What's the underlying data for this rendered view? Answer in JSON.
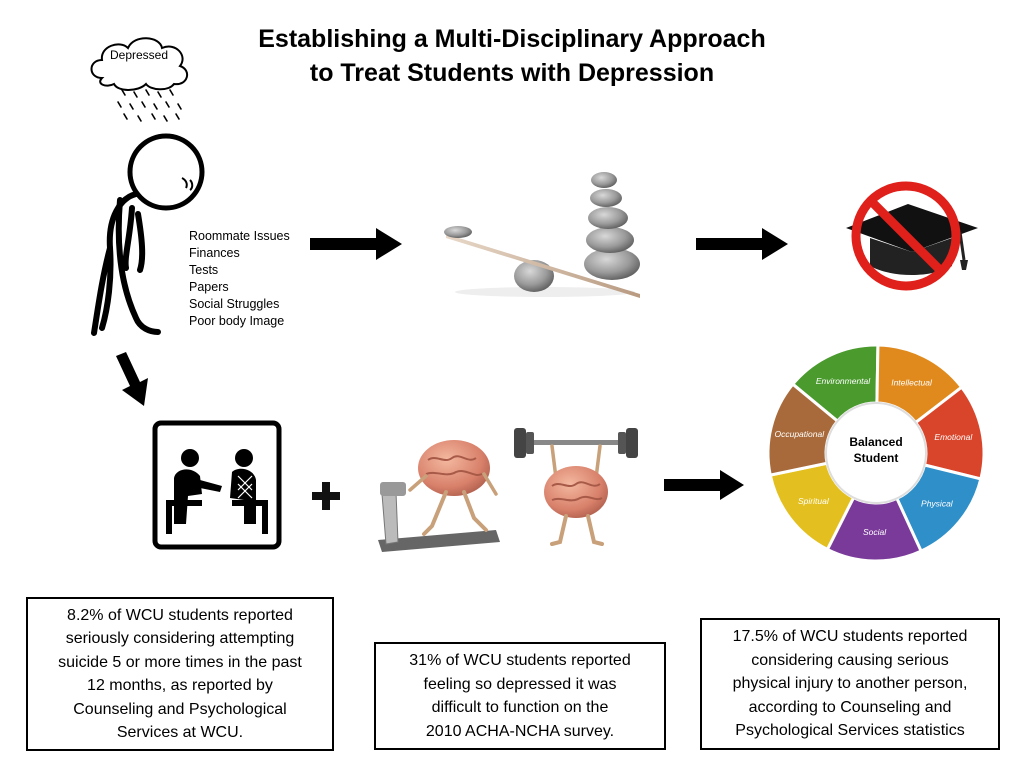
{
  "title": {
    "line1": "Establishing a Multi-Disciplinary Approach",
    "line2": "to Treat Students with Depression"
  },
  "cloud_label": "Depressed",
  "stressors": [
    "Roommate Issues",
    "Finances",
    "Tests",
    "Papers",
    "Social Struggles",
    "Poor body Image"
  ],
  "wheel": {
    "center_line1": "Balanced",
    "center_line2": "Student",
    "segments": [
      {
        "label": "Environmental",
        "color": "#4a9a2e"
      },
      {
        "label": "Intellectual",
        "color": "#e08a1e"
      },
      {
        "label": "Emotional",
        "color": "#d9452b"
      },
      {
        "label": "Physical",
        "color": "#2f8fc9"
      },
      {
        "label": "Social",
        "color": "#7a3a9a"
      },
      {
        "label": "Spiritual",
        "color": "#e3c020"
      },
      {
        "label": "Occupational",
        "color": "#a86a3a"
      }
    ]
  },
  "stats": {
    "left": [
      "8.2% of WCU students reported",
      "seriously considering attempting",
      "suicide 5 or more times in the past",
      "12 months, as reported by",
      "Counseling and Psychological",
      "Services at WCU."
    ],
    "middle": [
      "31% of WCU students reported",
      "feeling so depressed it was",
      "difficult to function on the",
      "2010 ACHA-NCHA survey."
    ],
    "right": [
      "17.5% of WCU students reported",
      "considering causing serious",
      "physical injury to another person,",
      "according to Counseling and",
      "Psychological Services statistics"
    ]
  },
  "icons": {
    "cloud": "rain-cloud-icon",
    "stick_figure": "sad-stick-figure-icon",
    "balance": "balancing-stones-icon",
    "no_graduation": "no-graduation-cap-icon",
    "counseling": "counseling-session-icon",
    "plus": "plus-icon",
    "treadmill_brain": "brain-on-treadmill-icon",
    "weightlifting_brain": "brain-lifting-weights-icon"
  }
}
